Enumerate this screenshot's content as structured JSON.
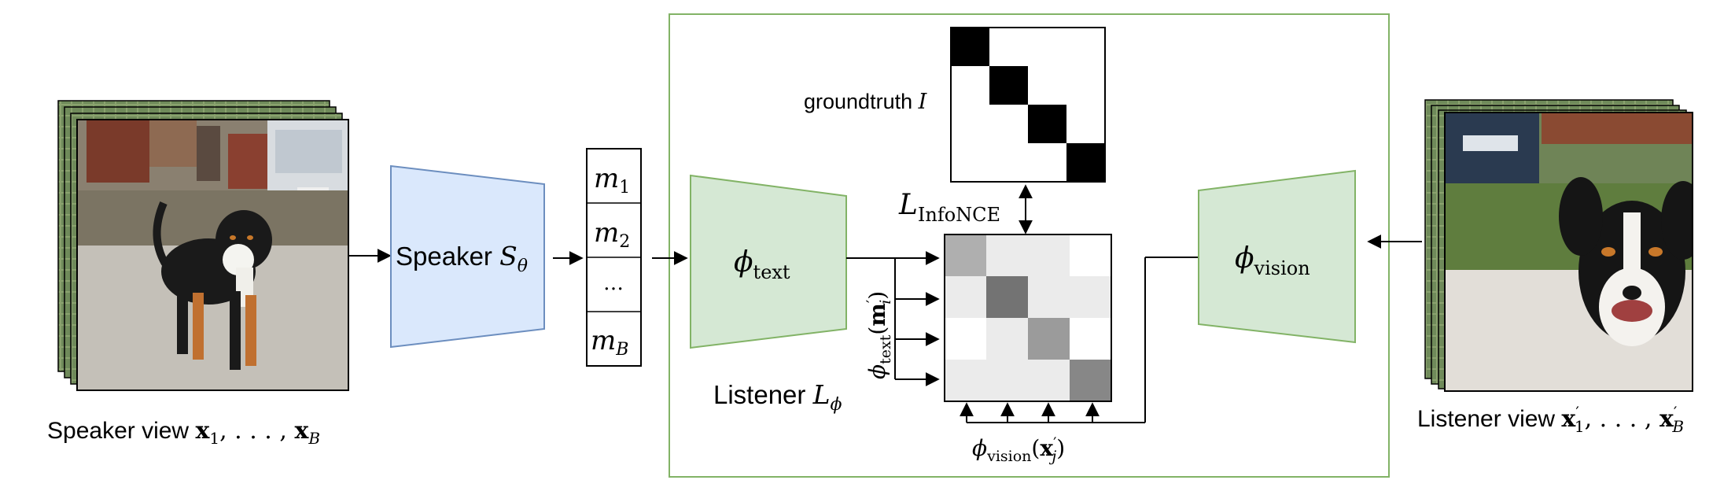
{
  "speaker_view": {
    "prefix": "Speaker view ",
    "x": "x",
    "sub1": "1",
    "sep": ", . . . , ",
    "subB": "B"
  },
  "speaker": {
    "label": "Speaker ",
    "S": "S",
    "theta": "θ"
  },
  "messages": {
    "m": "m",
    "items": [
      "1",
      "2",
      "…",
      "B"
    ]
  },
  "phi_text": {
    "phi": "ϕ",
    "sub": "text"
  },
  "phi_vision": {
    "phi": "ϕ",
    "sub": "vision"
  },
  "listener": {
    "label": "Listener ",
    "L": "L",
    "phi": "ϕ"
  },
  "groundtruth": {
    "label": "groundtruth ",
    "I": "I"
  },
  "loss": {
    "L": "L",
    "sub": "InfoNCE"
  },
  "phi_text_m": {
    "phi": "ϕ",
    "sub": "text",
    "arg_open": "(",
    "m": "m",
    "prime": "′",
    "i": "i",
    "arg_close": ")"
  },
  "phi_vision_x": {
    "phi": "ϕ",
    "sub": "vision",
    "arg_open": "(",
    "x": "x",
    "prime": "′",
    "j": "j",
    "arg_close": ")"
  },
  "listener_view": {
    "prefix": "Listener view ",
    "x": "x",
    "prime": "′",
    "sub1": "1",
    "sep": ", . . . , ",
    "subB": "B"
  },
  "similarity_matrix": {
    "values": [
      [
        0.4,
        0.1,
        0.1,
        0.0
      ],
      [
        0.1,
        0.7,
        0.1,
        0.1
      ],
      [
        0.0,
        0.1,
        0.5,
        0.0
      ],
      [
        0.1,
        0.1,
        0.1,
        0.6
      ]
    ]
  },
  "groundtruth_matrix": {
    "values": [
      [
        1,
        0,
        0,
        0
      ],
      [
        0,
        1,
        0,
        0
      ],
      [
        0,
        0,
        1,
        0
      ],
      [
        0,
        0,
        0,
        1
      ]
    ]
  },
  "colors": {
    "speaker_fill": "#dae8fc",
    "speaker_stroke": "#6c8ebf",
    "encoder_fill": "#d5e8d4",
    "encoder_stroke": "#82b366",
    "listener_frame": "#82b366"
  }
}
